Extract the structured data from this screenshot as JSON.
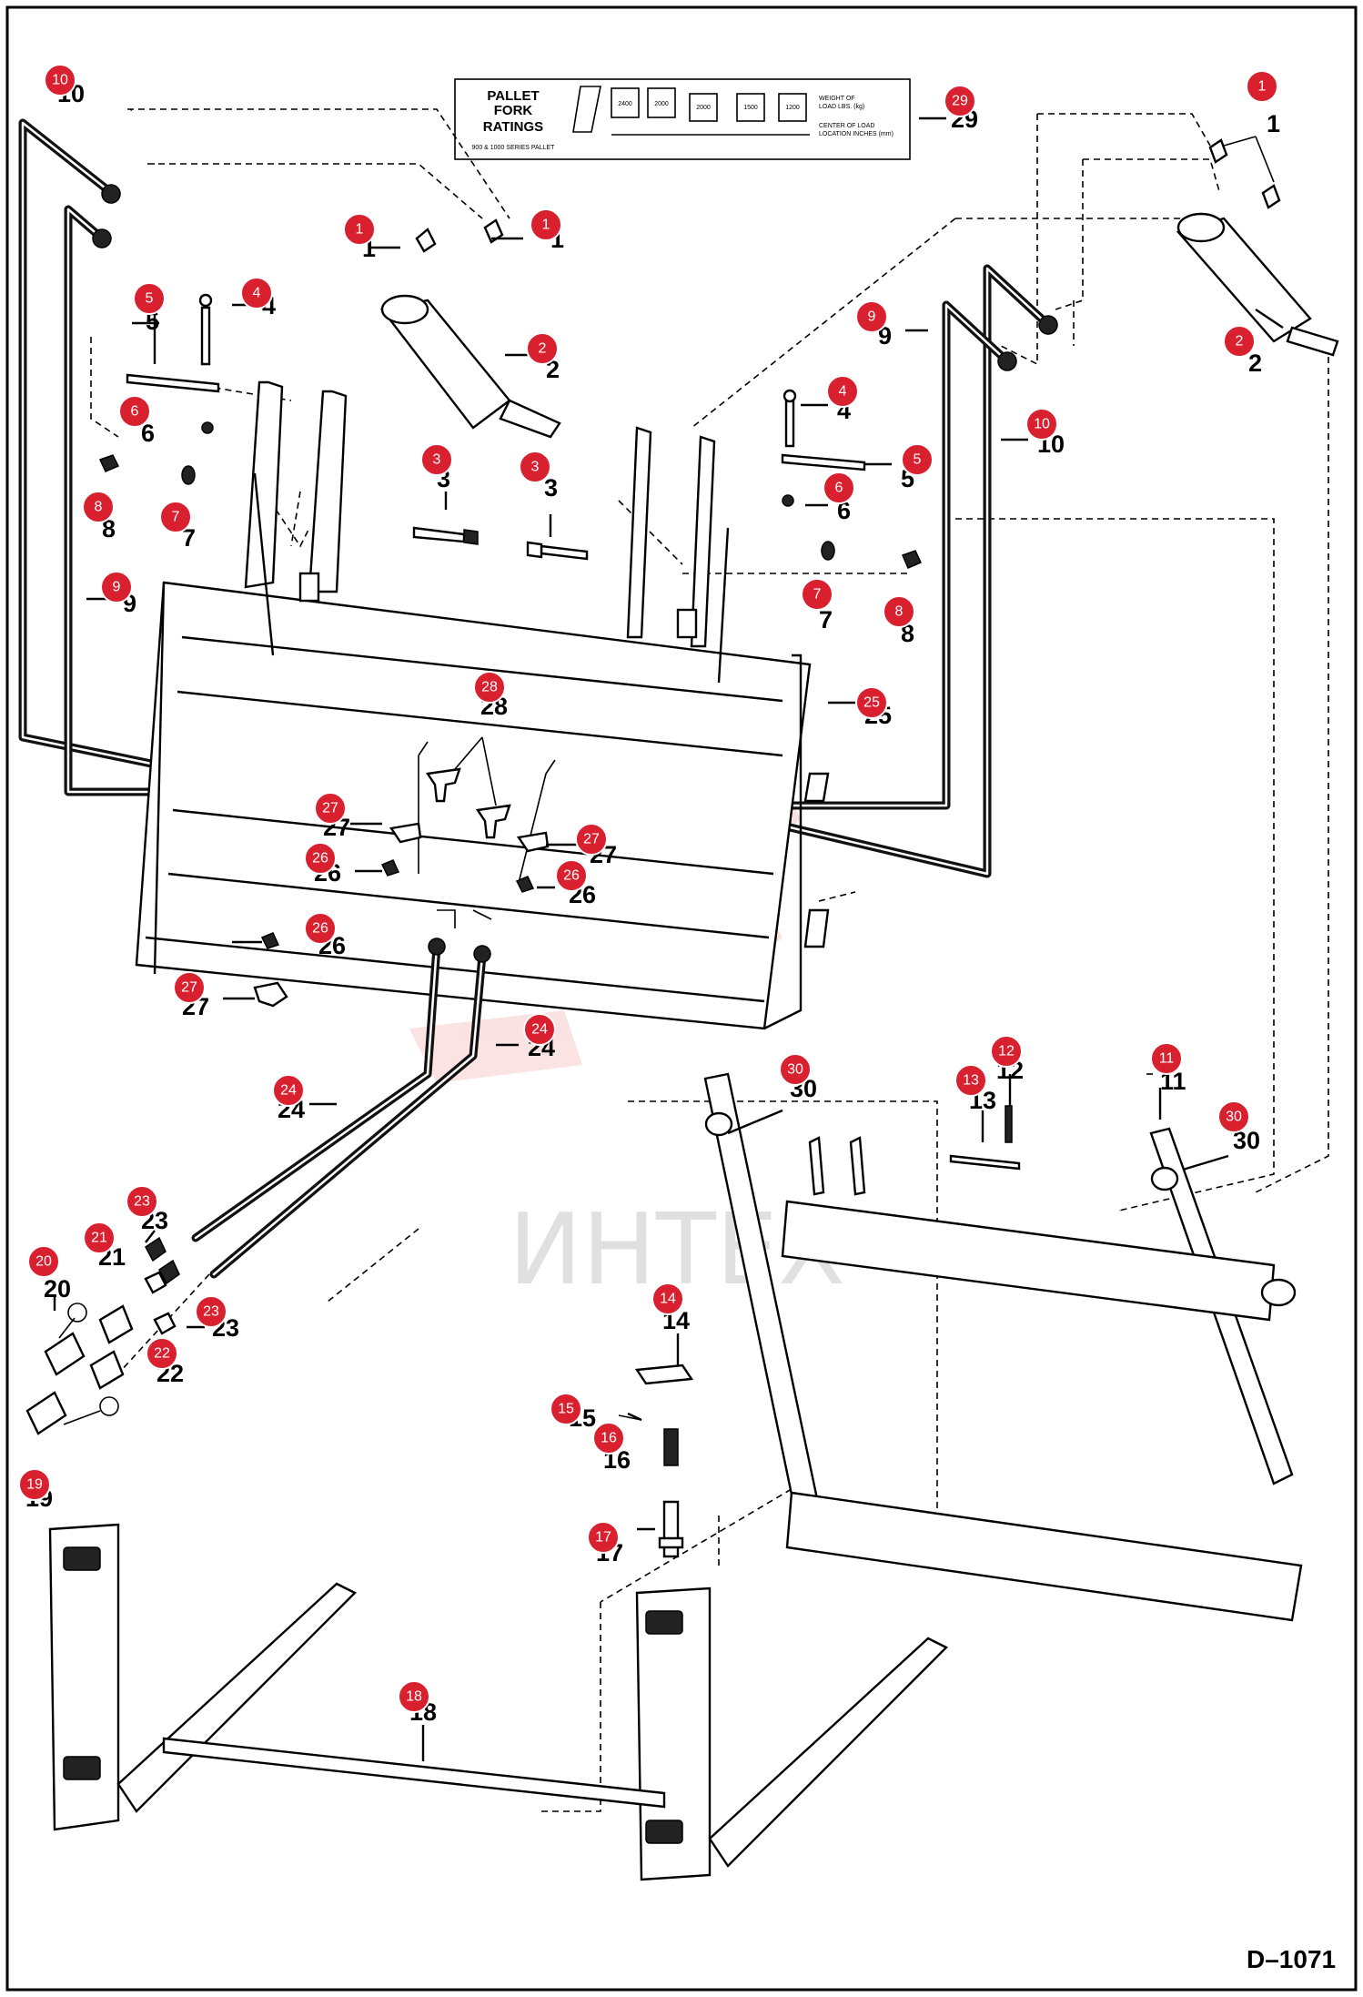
{
  "drawing_ref": "D–1071",
  "watermark": "ИНТЕХ",
  "decal": {
    "title_lines": [
      "PALLET",
      "FORK",
      "RATINGS"
    ],
    "series": "900 & 1000 SERIES PALLET",
    "weight_label_lines": [
      "WEIGHT OF",
      "LOAD LBS. (kg)"
    ],
    "center_label_lines": [
      "CENTER OF LOAD",
      "LOCATION INCHES (mm)"
    ],
    "box_values": [
      "2400",
      "2000",
      "2000",
      "1500",
      "1200"
    ]
  },
  "callouts": [
    {
      "id": "c-10a",
      "number": "10"
    },
    {
      "id": "c-5a",
      "number": "5"
    },
    {
      "id": "c-4a",
      "number": "4"
    },
    {
      "id": "c-6a",
      "number": "6"
    },
    {
      "id": "c-1a",
      "number": "1"
    },
    {
      "id": "c-1b",
      "number": "1"
    },
    {
      "id": "c-2a",
      "number": "2"
    },
    {
      "id": "c-8a",
      "number": "8"
    },
    {
      "id": "c-7a",
      "number": "7"
    },
    {
      "id": "c-9a",
      "number": "9"
    },
    {
      "id": "c-3a",
      "number": "3"
    },
    {
      "id": "c-3b",
      "number": "3"
    },
    {
      "id": "c-29",
      "number": "29"
    },
    {
      "id": "c-1c",
      "number": "1"
    },
    {
      "id": "c-2b",
      "number": "2"
    },
    {
      "id": "c-9b",
      "number": "9"
    },
    {
      "id": "c-10b",
      "number": "10"
    },
    {
      "id": "c-4b",
      "number": "4"
    },
    {
      "id": "c-5b",
      "number": "5"
    },
    {
      "id": "c-6b",
      "number": "6"
    },
    {
      "id": "c-7b",
      "number": "7"
    },
    {
      "id": "c-8b",
      "number": "8"
    },
    {
      "id": "c-28",
      "number": "28"
    },
    {
      "id": "c-25",
      "number": "25"
    },
    {
      "id": "c-27a",
      "number": "27"
    },
    {
      "id": "c-26a",
      "number": "26"
    },
    {
      "id": "c-27b",
      "number": "27"
    },
    {
      "id": "c-26b",
      "number": "26"
    },
    {
      "id": "c-26c",
      "number": "26"
    },
    {
      "id": "c-27c",
      "number": "27"
    },
    {
      "id": "c-24a",
      "number": "24"
    },
    {
      "id": "c-24b",
      "number": "24"
    },
    {
      "id": "c-30a",
      "number": "30"
    },
    {
      "id": "c-12",
      "number": "12"
    },
    {
      "id": "c-13",
      "number": "13"
    },
    {
      "id": "c-11",
      "number": "11"
    },
    {
      "id": "c-30b",
      "number": "30"
    },
    {
      "id": "c-23a",
      "number": "23"
    },
    {
      "id": "c-21",
      "number": "21"
    },
    {
      "id": "c-20",
      "number": "20"
    },
    {
      "id": "c-23b",
      "number": "23"
    },
    {
      "id": "c-22",
      "number": "22"
    },
    {
      "id": "c-19",
      "number": "19"
    },
    {
      "id": "c-14",
      "number": "14"
    },
    {
      "id": "c-15",
      "number": "15"
    },
    {
      "id": "c-16",
      "number": "16"
    },
    {
      "id": "c-17",
      "number": "17"
    },
    {
      "id": "c-18",
      "number": "18"
    }
  ]
}
